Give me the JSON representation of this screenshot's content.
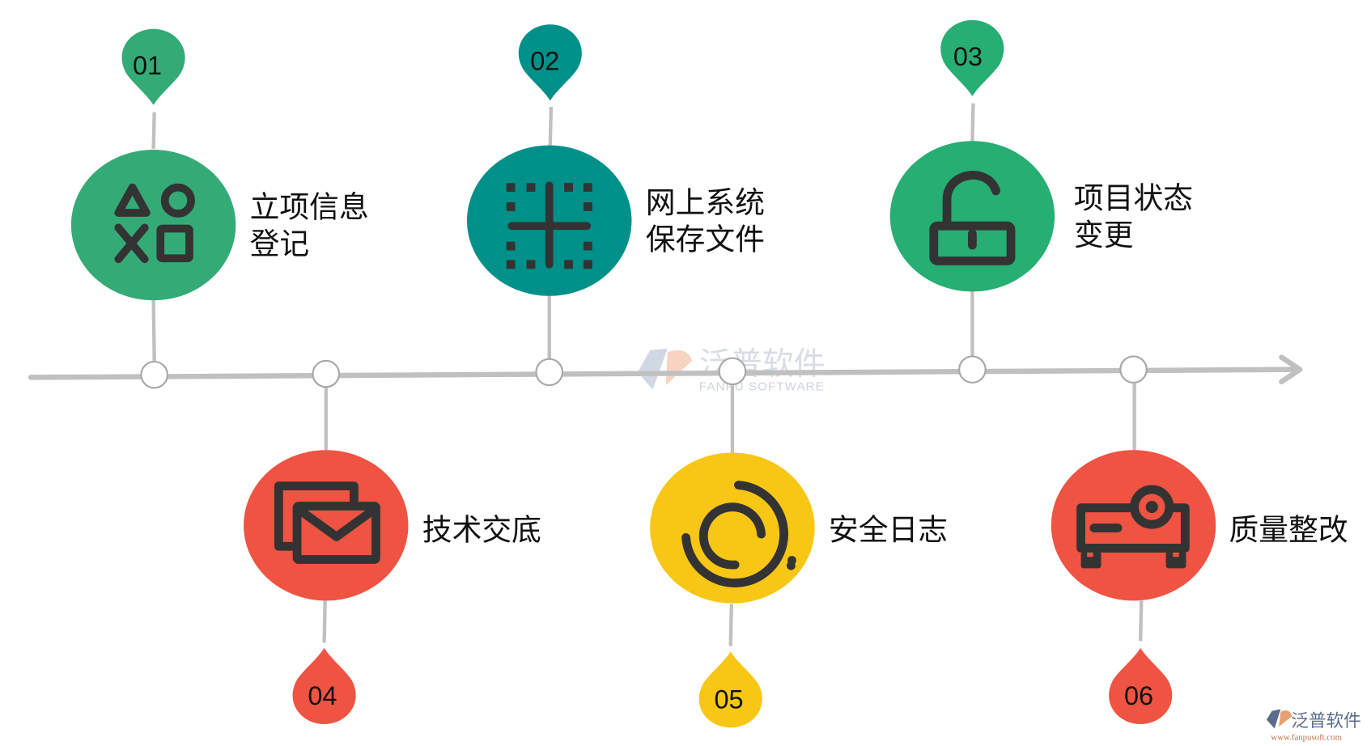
{
  "colors": {
    "green": "#34AB76",
    "teal": "#00908A",
    "green_alt": "#27AE72",
    "red": "#EF5342",
    "yellow": "#F8C614",
    "icon": "#333333",
    "line": "#C0C0C0"
  },
  "watermark": {
    "title": "泛普软件",
    "subtitle": "FANPU SOFTWARE"
  },
  "corner_logo": {
    "title": "泛普软件",
    "url": "www.fanpusoft.com"
  },
  "steps": [
    {
      "number": "01",
      "label_line1": "立项信息",
      "label_line2": "登记",
      "icon": "game-shapes-icon",
      "color": "#34AB76",
      "position": "top"
    },
    {
      "number": "02",
      "label_line1": "网上系统",
      "label_line2": "保存文件",
      "icon": "grid-frame-icon",
      "color": "#00908A",
      "position": "top"
    },
    {
      "number": "03",
      "label_line1": "项目状态",
      "label_line2": "变更",
      "icon": "unlock-icon",
      "color": "#27AE72",
      "position": "top"
    },
    {
      "number": "04",
      "label_line1": "技术交底",
      "label_line2": "",
      "icon": "mail-stack-icon",
      "color": "#EF5342",
      "position": "bottom"
    },
    {
      "number": "05",
      "label_line1": "安全日志",
      "label_line2": "",
      "icon": "loading-circle-icon",
      "color": "#F8C614",
      "position": "bottom"
    },
    {
      "number": "06",
      "label_line1": "质量整改",
      "label_line2": "",
      "icon": "projector-icon",
      "color": "#EF5342",
      "position": "bottom"
    }
  ]
}
